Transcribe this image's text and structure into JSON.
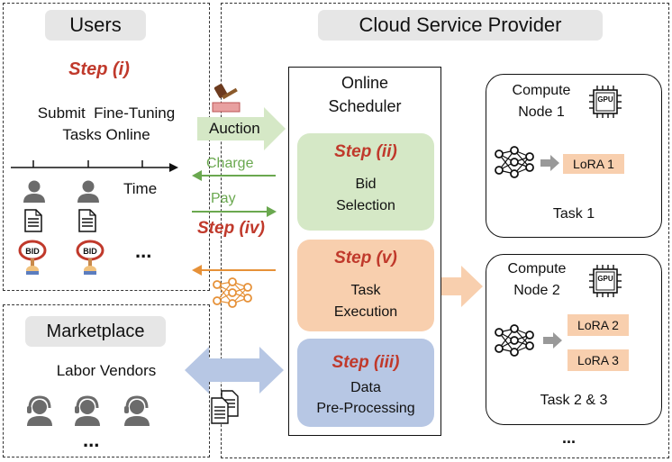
{
  "users": {
    "title": "Users",
    "step": "Step (i)",
    "desc_line1": "Submit  Fine-Tuning",
    "desc_line2": "Tasks Online",
    "time_label": "Time",
    "ellipsis": "..."
  },
  "marketplace": {
    "title": "Marketplace",
    "vendors": "Labor Vendors",
    "ellipsis": "..."
  },
  "arrows": {
    "auction": "Auction",
    "charge": "Charge",
    "pay": "Pay",
    "step_iv": "Step (iv)"
  },
  "csp": {
    "title": "Cloud Service Provider",
    "scheduler_line1": "Online",
    "scheduler_line2": "Scheduler",
    "bid": {
      "step": "Step (ii)",
      "line1": "Bid",
      "line2": "Selection"
    },
    "task": {
      "step": "Step (v)",
      "line1": "Task",
      "line2": "Execution"
    },
    "data": {
      "step": "Step (iii)",
      "line1": "Data",
      "line2": "Pre-Processing"
    },
    "node1": {
      "line1": "Compute",
      "line2": "Node 1",
      "lora": "LoRA 1",
      "task": "Task 1"
    },
    "node2": {
      "line1": "Compute",
      "line2": "Node 2",
      "lora_a": "LoRA 2",
      "lora_b": "LoRA 3",
      "task": "Task 2 & 3"
    },
    "gpu_label": "GPU",
    "ellipsis": "..."
  },
  "colors": {
    "green": "#d5e8c6",
    "orange": "#f8cfae",
    "blue": "#b7c7e4",
    "red_text": "#c0392b",
    "arrow_green": "#6aa84f",
    "arrow_orange": "#e69138"
  }
}
